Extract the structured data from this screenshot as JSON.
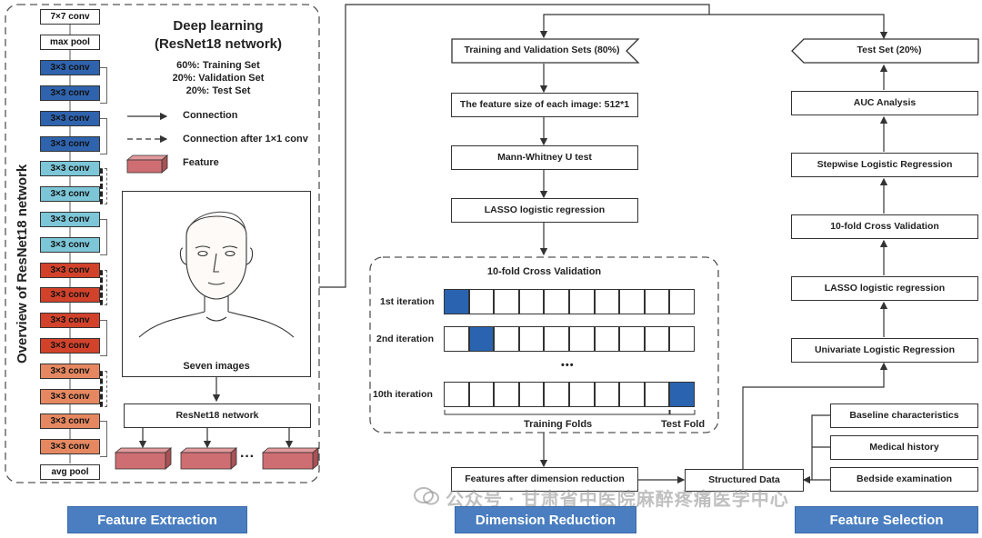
{
  "feature_extraction": {
    "side_title": "Overview of ResNet18 network",
    "title_line1": "Deep learning",
    "title_line2": "(ResNet18 network)",
    "split_lines": [
      "60%: Training Set",
      "20%: Validation Set",
      "20%: Test Set"
    ],
    "legend": {
      "connection": "Connection",
      "connection_1x1": "Connection after 1×1 conv",
      "feature": "Feature"
    },
    "layers": [
      {
        "label": "7×7 conv",
        "color": "white"
      },
      {
        "label": "max pool",
        "color": "white"
      },
      {
        "label": "3×3 conv",
        "color": "blue"
      },
      {
        "label": "3×3 conv",
        "color": "blue"
      },
      {
        "label": "3×3 conv",
        "color": "blue"
      },
      {
        "label": "3×3 conv",
        "color": "blue"
      },
      {
        "label": "3×3 conv",
        "color": "cyan"
      },
      {
        "label": "3×3 conv",
        "color": "cyan"
      },
      {
        "label": "3×3 conv",
        "color": "cyan"
      },
      {
        "label": "3×3 conv",
        "color": "cyan"
      },
      {
        "label": "3×3 conv",
        "color": "red"
      },
      {
        "label": "3×3 conv",
        "color": "red"
      },
      {
        "label": "3×3 conv",
        "color": "red"
      },
      {
        "label": "3×3 conv",
        "color": "red"
      },
      {
        "label": "3×3 conv",
        "color": "orange"
      },
      {
        "label": "3×3 conv",
        "color": "orange"
      },
      {
        "label": "3×3 conv",
        "color": "orange"
      },
      {
        "label": "3×3 conv",
        "color": "orange"
      },
      {
        "label": "avg pool",
        "color": "white"
      }
    ],
    "image_caption": "Seven images",
    "network_box": "ResNet18 network",
    "ellipsis": "···"
  },
  "dimension_reduction": {
    "steps": [
      "Training and Validation Sets (80%)",
      "The feature size of each image: 512*1",
      "Mann-Whitney U test",
      "LASSO logistic regression"
    ],
    "cv_title": "10-fold Cross Validation",
    "iterations": [
      {
        "label": "1st iteration",
        "test_fold": 1
      },
      {
        "label": "2nd iteration",
        "test_fold": 2
      },
      {
        "label": "10th iteration",
        "test_fold": 10
      }
    ],
    "dots": "•••",
    "training_folds": "Training Folds",
    "test_fold": "Test Fold",
    "output": "Features after dimension reduction"
  },
  "feature_selection": {
    "steps_top_down": [
      "Test Set (20%)",
      "AUC Analysis",
      "Stepwise Logistic Regression",
      "10-fold Cross Validation",
      "LASSO logistic regression",
      "Univariate Logistic Regression"
    ],
    "clinical": [
      "Baseline characteristics",
      "Medical history",
      "Bedside examination"
    ],
    "structured": "Structured Data"
  },
  "stages": [
    "Feature Extraction",
    "Dimension Reduction",
    "Feature Selection"
  ],
  "watermark": "公众号 · 甘肃省中医院麻醉疼痛医学中心",
  "colors": {
    "blue": "#2f63ad",
    "cyan": "#7cc6d8",
    "red": "#d2422b",
    "orange": "#e58861",
    "feature_box": "#cf6e72",
    "stage": "#4a7ec0",
    "fold_on": "#2a64b0"
  }
}
